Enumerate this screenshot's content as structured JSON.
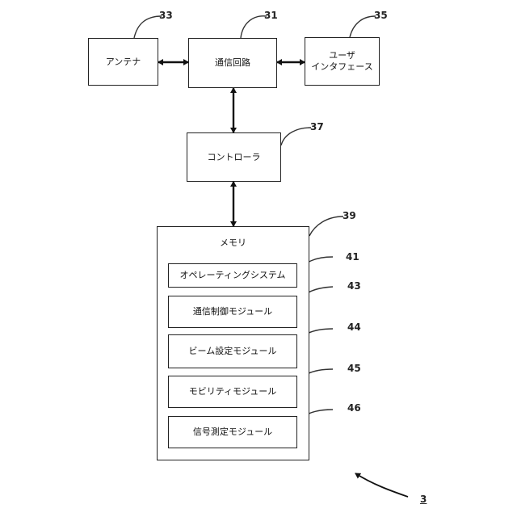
{
  "blocks": {
    "antenna": {
      "label": "アンテナ",
      "ref": "33"
    },
    "comm_circuit": {
      "label": "通信回路",
      "ref": "31"
    },
    "user_interface": {
      "label": "ユーザ\nインタフェース",
      "ref": "35"
    },
    "controller": {
      "label": "コントローラ",
      "ref": "37"
    },
    "memory": {
      "label": "メモリ",
      "ref": "39"
    }
  },
  "modules": [
    {
      "label": "オペレーティングシステム",
      "ref": "41"
    },
    {
      "label": "通信制御モジュール",
      "ref": "43"
    },
    {
      "label": "ビーム設定モジュール",
      "ref": "44"
    },
    {
      "label": "モビリティモジュール",
      "ref": "45"
    },
    {
      "label": "信号測定モジュール",
      "ref": "46"
    }
  ],
  "figure_ref": "3"
}
